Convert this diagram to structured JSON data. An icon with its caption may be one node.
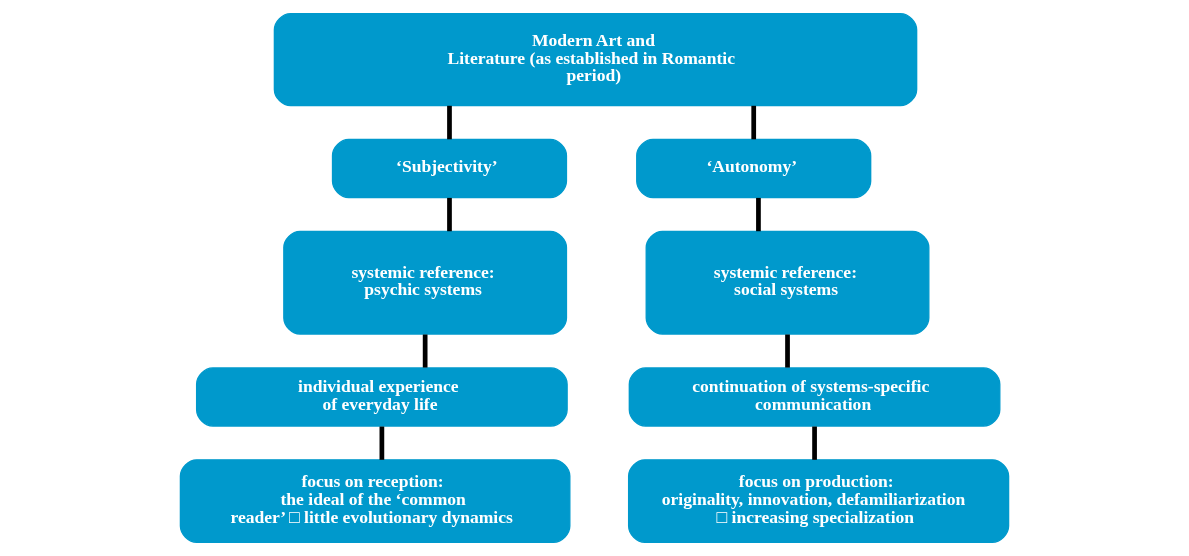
{
  "diagram": {
    "nodes": [
      {
        "text": [
          "Modern Art and Literature (as established in Romantic period)"
        ]
      },
      {
        "text": [
          "‘Subjectivity’"
        ]
      },
      {
        "text": [
          "‘Autonomy’"
        ]
      },
      {
        "text": [
          "systemic reference: psychic systems"
        ]
      },
      {
        "text": [
          "systemic reference: social systems"
        ]
      },
      {
        "text": [
          "individual experience of everyday life"
        ]
      },
      {
        "text": [
          "continuation of systems-specific communication"
        ]
      },
      {
        "text": [
          "focus on reception: the ideal of the ‘common reader’ □ little evolutionary dynamics"
        ]
      },
      {
        "text": [
          "focus on production: originality, innovation, defamiliarization □ increasing specialization"
        ]
      }
    ],
    "edges": [
      {
        "from": 0,
        "to": 1,
        "arrow": "none"
      },
      {
        "from": 0,
        "to": 2,
        "arrow": "none"
      },
      {
        "from": 1,
        "to": 3,
        "arrow": "none"
      },
      {
        "from": 2,
        "to": 4,
        "arrow": "none"
      },
      {
        "from": 3,
        "to": 5,
        "arrow": "none"
      },
      {
        "from": 4,
        "to": 6,
        "arrow": "none"
      },
      {
        "from": 5,
        "to": 7,
        "arrow": "none"
      },
      {
        "from": 6,
        "to": 8,
        "arrow": "none"
      }
    ]
  }
}
